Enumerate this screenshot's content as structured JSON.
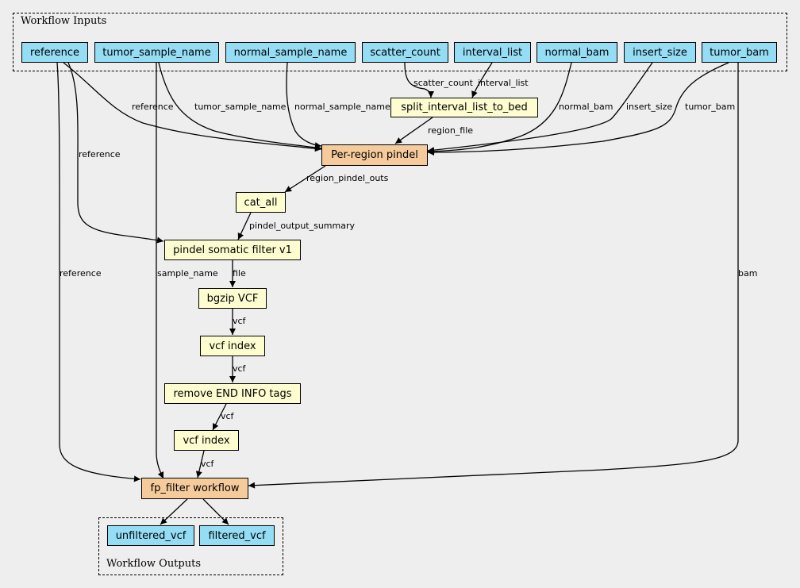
{
  "clusters": {
    "inputs_label": "Workflow Inputs",
    "outputs_label": "Workflow Outputs"
  },
  "nodes": {
    "reference": "reference",
    "tumor_sample_name": "tumor_sample_name",
    "normal_sample_name": "normal_sample_name",
    "scatter_count": "scatter_count",
    "interval_list": "interval_list",
    "normal_bam": "normal_bam",
    "insert_size": "insert_size",
    "tumor_bam": "tumor_bam",
    "split_interval_list_to_bed": "split_interval_list_to_bed",
    "per_region_pindel": "Per-region pindel",
    "cat_all": "cat_all",
    "pindel_somatic_filter": "pindel somatic filter v1",
    "bgzip_vcf": "bgzip VCF",
    "vcf_index_1": "vcf index",
    "remove_end_info_tags": "remove END INFO tags",
    "vcf_index_2": "vcf index",
    "fp_filter_workflow": "fp_filter workflow",
    "unfiltered_vcf": "unfiltered_vcf",
    "filtered_vcf": "filtered_vcf"
  },
  "edge_labels": {
    "reference_1": "reference",
    "reference_2": "reference",
    "reference_3": "reference",
    "tumor_sample_name": "tumor_sample_name",
    "sample_name": "sample_name",
    "normal_sample_name": "normal_sample_name",
    "scatter_count": "scatter_count",
    "interval_list": "interval_list",
    "normal_bam": "normal_bam",
    "insert_size": "insert_size",
    "tumor_bam": "tumor_bam",
    "bam": "bam",
    "region_file": "region_file",
    "region_pindel_outs": "region_pindel_outs",
    "pindel_output_summary": "pindel_output_summary",
    "file": "file",
    "vcf_1": "vcf",
    "vcf_2": "vcf",
    "vcf_3": "vcf",
    "vcf_4": "vcf"
  },
  "colors": {
    "input_node": "#94ddf4",
    "step_node": "#fdfdd0",
    "subworkflow_node": "#f5cb9c",
    "background": "#eeeeee"
  }
}
